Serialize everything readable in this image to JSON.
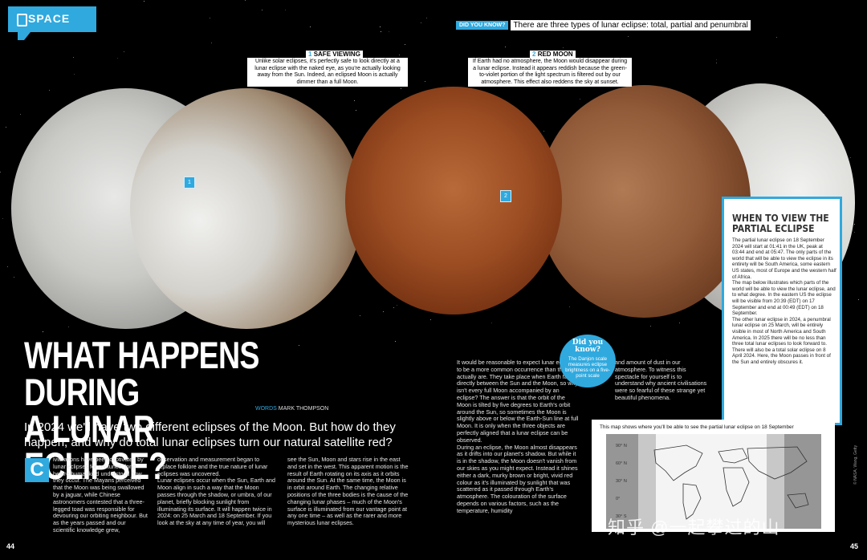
{
  "section_tag": "SPACE",
  "did_you_know_top": {
    "badge": "DID YOU KNOW?",
    "text": "There are three types of lunar eclipse: total, partial and penumbral"
  },
  "callouts": [
    {
      "num": "1",
      "title": "SAFE VIEWING",
      "text": "Unlike solar eclipses, it's perfectly safe to look directly at a lunar eclipse with the naked eye, as you're actually looking away from the Sun. Indeed, an eclipsed Moon is actually dimmer than a full Moon."
    },
    {
      "num": "2",
      "title": "RED MOON",
      "text": "If Earth had no atmosphere, the Moon would disappear during a lunar eclipse. Instead it appears reddish because the green-to-violet portion of the light spectrum is filtered out by our atmosphere. This effect also reddens the sky at sunset."
    }
  ],
  "markers": [
    "1",
    "2"
  ],
  "headline": {
    "line1": "WHAT HAPPENS DURING",
    "line2": "A LUNAR ECLIPSE?"
  },
  "byline": {
    "words_label": "WORDS",
    "author": "MARK THOMPSON"
  },
  "standfirst": "In 2024 we'll have two different eclipses of the Moon. But how do they happen, and why do total lunar eclipses turn our natural satellite red?",
  "body": {
    "dropcap": "C",
    "col1": "ivilisations have been captivated by lunar eclipses for centuries, long before humankind understood how they occur. The Mayans perceived that the Moon was being swallowed by a jaguar, while Chinese astronomers contested that a three-legged toad was responsible for devouring our orbiting neighbour. But as the years passed and our scientific knowledge grew,",
    "col2": "observation and measurement began to replace folklore and the true nature of lunar eclipses was uncovered.\n     Lunar eclipses occur when the Sun, Earth and Moon align in such a way that the Moon passes through the shadow, or umbra, of our planet, briefly blocking sunlight from illuminating its surface. It will happen twice in 2024: on 25 March and 18 September. If you look at the sky at any time of year, you will",
    "col3": "see the Sun, Moon and stars rise in the east and set in the west. This apparent motion is the result of Earth rotating on its axis as it orbits around the Sun. At the same time, the Moon is in orbit around Earth. The changing relative positions of the three bodies is the cause of the changing lunar phases – much of the Moon's surface is illuminated from our vantage point at any one time – as well as the rarer and more mysterious lunar eclipses.",
    "col4a": "It would be reasonable to expect lunar eclipses to be a more common occurrence than they actually are. They take place when Earth falls directly between the Sun and the Moon, so why isn't every full Moon accompanied by an eclipse? The answer is that the orbit of the Moon is tilted by five degrees to Earth's orbit around the Sun, so sometimes the Moon is slightly above or below the Earth-Sun line at full Moon. It is only when the three objects are perfectly aligned that a lunar eclipse can be observed.\n     During an eclipse, the Moon almost disappears as it drifts into our planet's shadow. But while it is in the shadow, the Moon doesn't vanish from our skies as you might expect. Instead it shines either a dark, murky brown or bright, vivid red colour as it's illuminated by sunlight that was scattered as it passed through Earth's atmosphere. The colouration of the surface depends on various factors, such as the temperature, humidity",
    "col5": "and amount of dust in our atmosphere. To witness this spectacle for yourself is to understand why ancient civilisations were so fearful of these strange yet beautiful phenomena."
  },
  "did_you_know_bubble": {
    "title": "Did you know?",
    "text": "The Danjon scale measures eclipse brightness on a five-point scale"
  },
  "sidebar": {
    "heading": "WHEN TO VIEW THE PARTIAL ECLIPSE",
    "body": "The partial lunar eclipse on 18 September 2024 will start at 01:41 in the UK, peak at 03:44 and end at 05:47. The only parts of the world that will be able to view the eclipse in its entirety will be South America, some eastern US states, most of Europe and the western half of Africa.\n     The map below illustrates which parts of the world will be able to view the lunar eclipse, and to what degree. In the eastern US the eclipse will be visible from 20:39 (EDT) on 17 September and end at 00:49 (EDT) on 18 September.\n     The other lunar eclipse in 2024, a penumbral lunar eclipse on 25 March, will be entirely visible in most of North America and South America. In 2025 there will be no less than three total lunar eclipses to look forward to. There will also be a total solar eclipse on 8 April 2024. Here, the Moon passes in front of the Sun and entirely obscures it."
  },
  "map": {
    "caption": "This map shows where you'll be able to see the partial lunar eclipse on 18 September",
    "lat_labels": [
      "90° N",
      "60° N",
      "30° N",
      "0°",
      "30° S"
    ]
  },
  "page_numbers": {
    "left": "44",
    "right": "45"
  },
  "watermark": "知乎 @一起攀过的山",
  "credit": "© NASA; Wang, Getty",
  "colors": {
    "accent": "#30a9de",
    "background": "#000000"
  }
}
